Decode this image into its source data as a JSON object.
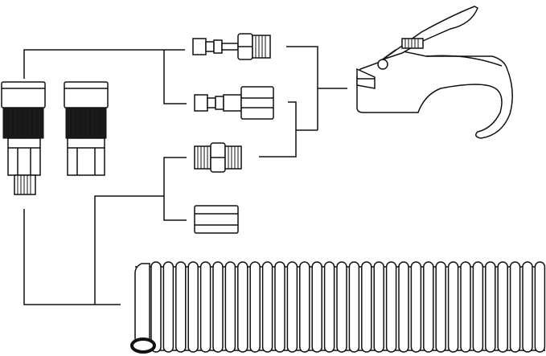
{
  "diagram": {
    "components": [
      {
        "id": "coupler-male",
        "icon": "quick-coupler-male-thread-icon"
      },
      {
        "id": "coupler-female",
        "icon": "quick-coupler-female-thread-icon"
      },
      {
        "id": "plug-male",
        "icon": "plug-male-thread-icon"
      },
      {
        "id": "plug-female",
        "icon": "plug-female-thread-icon"
      },
      {
        "id": "hex-nipple",
        "icon": "hex-nipple-icon"
      },
      {
        "id": "hex-coupling",
        "icon": "hex-coupling-icon"
      },
      {
        "id": "blow-gun",
        "icon": "blow-gun-icon"
      },
      {
        "id": "coil-hose",
        "icon": "coil-hose-icon"
      }
    ],
    "colors": {
      "line": "#111111",
      "knurl": "#1a1a1a",
      "background": "#ffffff"
    }
  }
}
